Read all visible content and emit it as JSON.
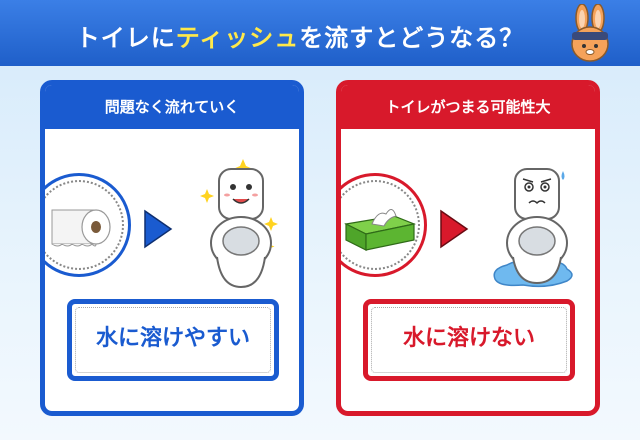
{
  "banner": {
    "title_part1": "トイレに",
    "title_highlight": "ティッシュ",
    "title_part2": "を流すとどうなる？"
  },
  "left_panel": {
    "header": "問題なく流れていく",
    "result": "水に溶けやすい",
    "item_icon": "toilet-paper-roll-icon",
    "toilet_icon": "happy-toilet-icon"
  },
  "right_panel": {
    "header": "トイレがつまる可能性大",
    "result": "水に溶けない",
    "item_icon": "tissue-box-icon",
    "toilet_icon": "worried-toilet-icon"
  },
  "colors": {
    "banner_blue": "#1f5fc9",
    "title_yellow": "#ffe94a",
    "left_blue": "#1a5bd0",
    "right_red": "#d8192b",
    "tissue_green": "#5cb531"
  }
}
